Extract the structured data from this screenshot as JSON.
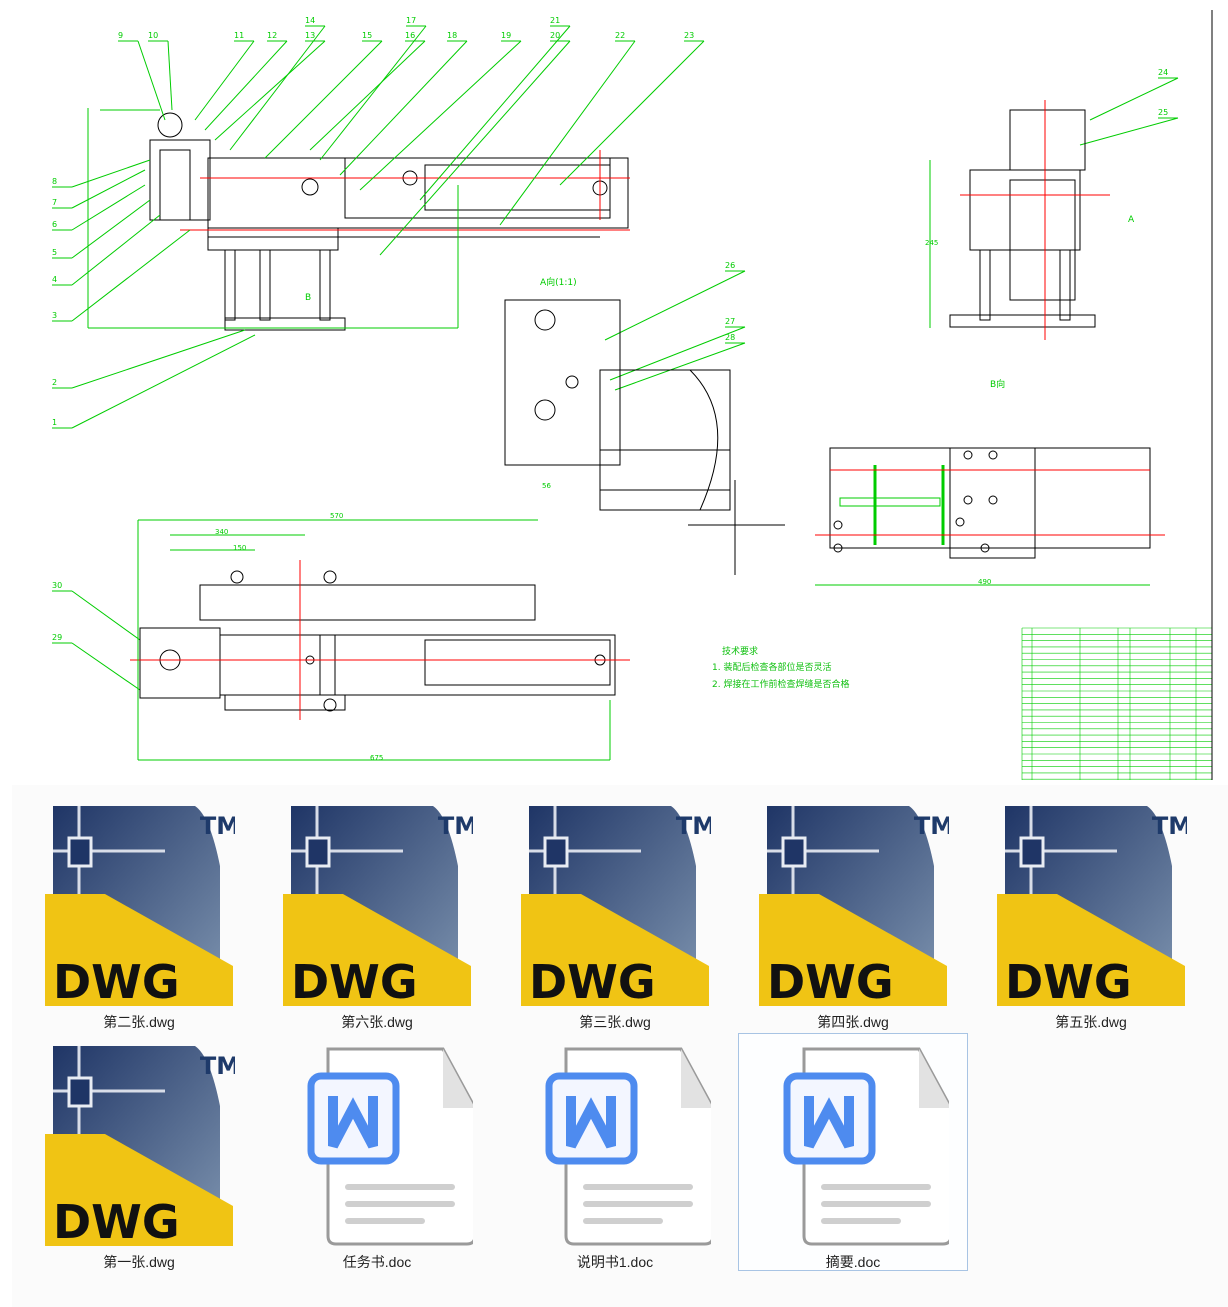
{
  "drawing": {
    "part_numbers": [
      "1",
      "2",
      "3",
      "4",
      "5",
      "6",
      "7",
      "8",
      "9",
      "10",
      "11",
      "12",
      "13",
      "14",
      "15",
      "16",
      "17",
      "18",
      "19",
      "20",
      "21",
      "22",
      "23",
      "24",
      "25",
      "26",
      "27",
      "28",
      "29",
      "30"
    ],
    "view_labels": {
      "section_a": "A向(1:1)",
      "view_b": "B向",
      "arrow_a": "A",
      "arrow_b": "B"
    },
    "dimensions": [
      "570",
      "340",
      "150",
      "675",
      "490",
      "56",
      "245"
    ],
    "tech_requirements": {
      "title": "技术要求",
      "items": [
        "1. 装配后检查各部位是否灵活",
        "2. 焊接在工作前检查焊缝是否合格"
      ]
    },
    "colors": {
      "outline": "#000000",
      "dimension": "#00cc00",
      "centerline": "#ff0000"
    }
  },
  "files": [
    {
      "name": "第二张.dwg",
      "type": "dwg"
    },
    {
      "name": "第六张.dwg",
      "type": "dwg"
    },
    {
      "name": "第三张.dwg",
      "type": "dwg"
    },
    {
      "name": "第四张.dwg",
      "type": "dwg"
    },
    {
      "name": "第五张.dwg",
      "type": "dwg"
    },
    {
      "name": "第一张.dwg",
      "type": "dwg"
    },
    {
      "name": "任务书.doc",
      "type": "doc"
    },
    {
      "name": "说明书1.doc",
      "type": "doc"
    },
    {
      "name": "摘要.doc",
      "type": "doc",
      "selected": true
    }
  ],
  "icons": {
    "dwg_text": "DWG",
    "dwg_tm": "TM"
  }
}
